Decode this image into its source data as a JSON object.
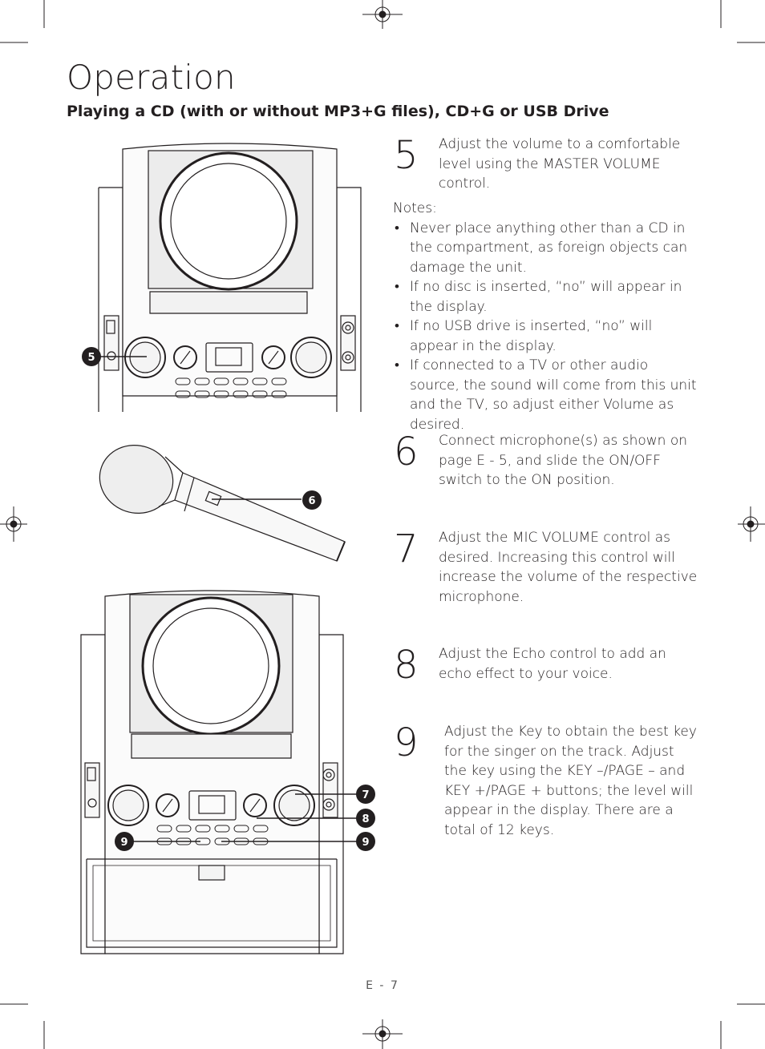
{
  "page": {
    "title": "Operation",
    "subtitle": "Playing a CD (with or without MP3+G files), CD+G or USB Drive",
    "page_number": "E - 7"
  },
  "steps": [
    {
      "number": "5",
      "text": "Adjust the volume to a comfortable level using the MASTER VOLUME control."
    },
    {
      "number": "6",
      "text": "Connect microphone(s) as shown on page E - 5, and slide the ON/OFF switch to the ON position."
    },
    {
      "number": "7",
      "text": "Adjust the MIC VOLUME control as desired. Increasing this control will increase the volume of the respective microphone."
    },
    {
      "number": "8",
      "text": "Adjust the Echo control to add an echo effect to your voice."
    },
    {
      "number": "9",
      "text": "Adjust the Key to obtain the best key for the singer on the track. Adjust the key using the KEY –/PAGE – and KEY +/PAGE + buttons; the level will appear in the display. There are a total of 12 keys."
    }
  ],
  "notes": {
    "heading": "Notes:",
    "items": [
      "Never place anything other than a CD in the compartment, as foreign objects can damage the unit.",
      "If no disc is inserted, “no” will appear in the display.",
      "If no USB drive is inserted, “no” will appear in the display.",
      "If connected to a TV or other audio source, the sound will come from this unit and the TV, so adjust either Volume as desired."
    ]
  },
  "callouts": {
    "c5": "5",
    "c6": "6",
    "c7": "7",
    "c8": "8",
    "c9a": "9",
    "c9b": "9"
  }
}
